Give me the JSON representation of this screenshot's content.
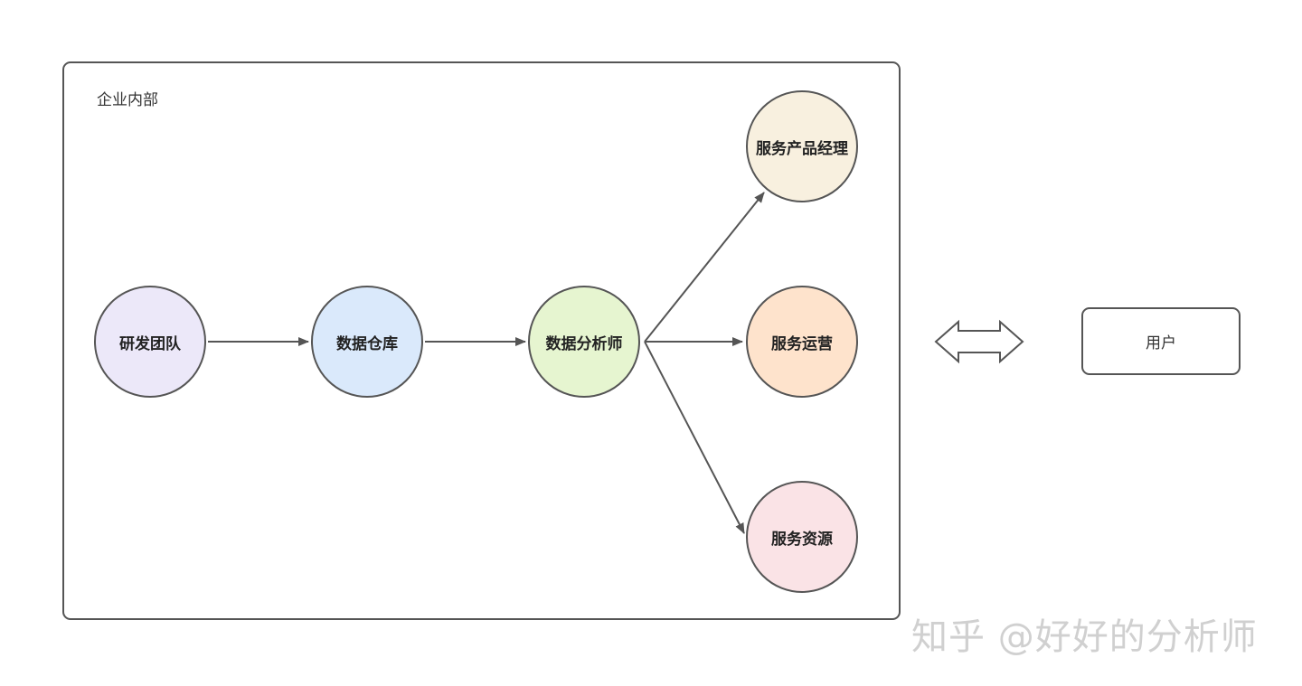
{
  "container": {
    "label": "企业内部"
  },
  "nodes": {
    "rd_team": {
      "label": "研发团队",
      "fill": "#ece8f9"
    },
    "data_warehouse": {
      "label": "数据仓库",
      "fill": "#dae9fb"
    },
    "data_analyst": {
      "label": "数据分析师",
      "fill": "#e6f5d0"
    },
    "service_pm": {
      "label": "服务产品经理",
      "fill": "#f8f0df"
    },
    "service_ops": {
      "label": "服务运营",
      "fill": "#fee3cc"
    },
    "service_resources": {
      "label": "服务资源",
      "fill": "#fae3e6"
    }
  },
  "external": {
    "user_label": "用户"
  },
  "watermark": "知乎 @好好的分析师",
  "colors": {
    "stroke": "#555555"
  }
}
